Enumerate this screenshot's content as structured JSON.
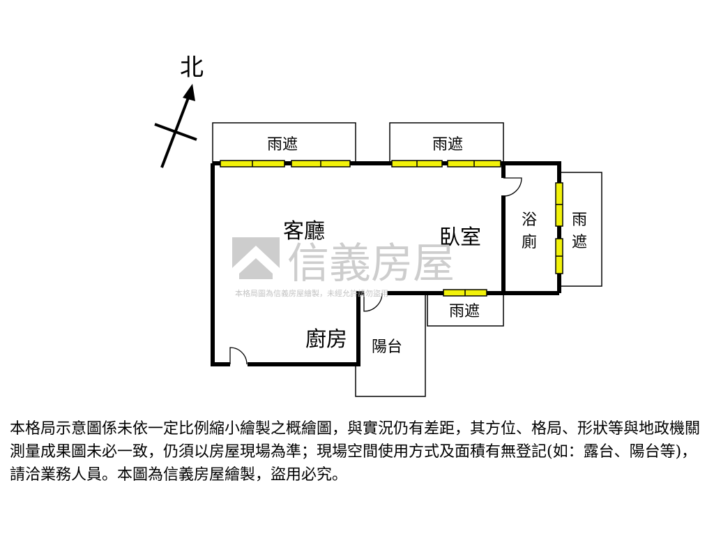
{
  "compass": {
    "north_label": "北"
  },
  "rooms": {
    "living_room": "客廳",
    "bedroom": "臥室",
    "kitchen": "廚房",
    "balcony": "陽台",
    "bathroom_line1": "浴",
    "bathroom_line2": "廁",
    "awning_top_left": "雨遮",
    "awning_top_right": "雨遮",
    "awning_right_line1": "雨",
    "awning_right_line2": "遮",
    "awning_bottom": "雨遮"
  },
  "watermark": {
    "brand": "信義房屋",
    "subtext": "本格局圖為信義房屋繪製，未經允許請勿盜用"
  },
  "colors": {
    "wall": "#000000",
    "window_fill": "#f2f20a",
    "watermark": "#c8c8c8"
  },
  "disclaimer": "本格局示意圖係未依一定比例縮小繪製之概繪圖，與實況仍有差距，其方位、格局、形狀等與地政機關測量成果圖未必一致，仍須以房屋現場為準；現場空間使用方式及面積有無登記(如：露台、陽台等)，請洽業務人員。本圖為信義房屋繪製，盜用必究。"
}
